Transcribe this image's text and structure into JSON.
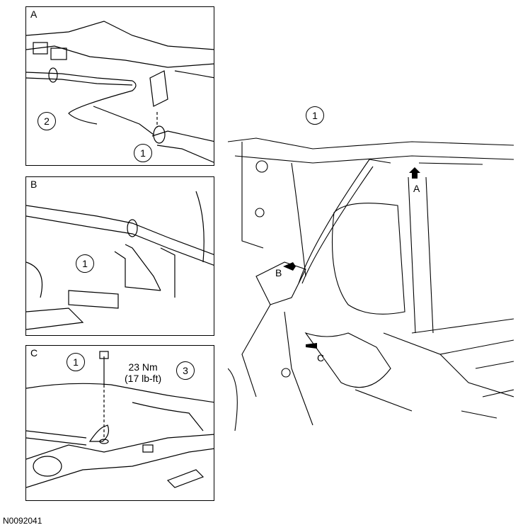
{
  "panels": {
    "a": {
      "label": "A",
      "callouts": [
        "2",
        "1"
      ]
    },
    "b": {
      "label": "B",
      "callouts": [
        "1"
      ]
    },
    "c": {
      "label": "C",
      "callouts": [
        "1",
        "3"
      ],
      "torque_nm": "23 Nm",
      "torque_lbft": "(17 lb-ft)"
    }
  },
  "main_view": {
    "callout": "1",
    "arrow_labels": {
      "a": "A",
      "b": "B",
      "c": "C"
    }
  },
  "figure_id": "N0092041"
}
